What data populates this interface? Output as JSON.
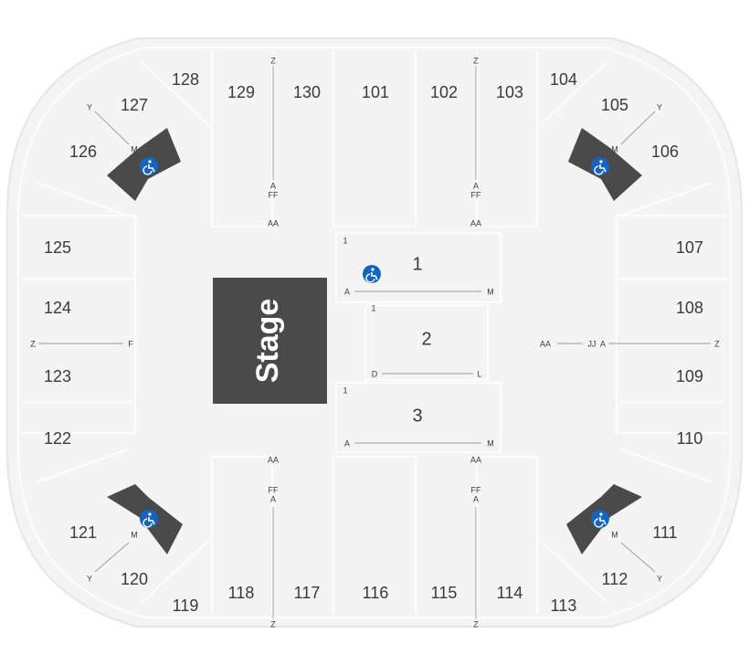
{
  "stage": {
    "label": "Stage"
  },
  "colors": {
    "background": "#f4f4f4",
    "stage": "#4a4a4a",
    "ada_zone": "#4a4a4a",
    "accessible_badge": "#1565c0",
    "text": "#3a3a3a"
  },
  "icons": {
    "accessible": "wheelchair-icon"
  },
  "sections": {
    "s101": "101",
    "s102": "102",
    "s103": "103",
    "s104": "104",
    "s105": "105",
    "s106": "106",
    "s107": "107",
    "s108": "108",
    "s109": "109",
    "s110": "110",
    "s111": "111",
    "s112": "112",
    "s113": "113",
    "s114": "114",
    "s115": "115",
    "s116": "116",
    "s117": "117",
    "s118": "118",
    "s119": "119",
    "s120": "120",
    "s121": "121",
    "s122": "122",
    "s123": "123",
    "s124": "124",
    "s125": "125",
    "s126": "126",
    "s127": "127",
    "s128": "128",
    "s129": "129",
    "s130": "130"
  },
  "floor": [
    {
      "label": "1",
      "seat_first": "1",
      "row_start": "A",
      "row_end": "M"
    },
    {
      "label": "2",
      "seat_first": "1",
      "row_start": "D",
      "row_end": "L"
    },
    {
      "label": "3",
      "seat_first": "1",
      "row_start": "A",
      "row_end": "M"
    }
  ],
  "row_markers": {
    "top_left": {
      "z": "Z",
      "a": "A",
      "ff": "FF",
      "aa": "AA"
    },
    "top_right": {
      "z": "Z",
      "a": "A",
      "ff": "FF",
      "aa": "AA"
    },
    "bot_left": {
      "aa": "AA",
      "ff": "FF",
      "a": "A",
      "z": "Z"
    },
    "bot_right": {
      "aa": "AA",
      "ff": "FF",
      "a": "A",
      "z": "Z"
    },
    "left": {
      "z": "Z",
      "f": "F"
    },
    "right": {
      "aa": "AA",
      "jj": "JJ",
      "a": "A",
      "z": "Z"
    },
    "nw": {
      "y": "Y",
      "m": "M"
    },
    "ne": {
      "y": "Y",
      "m": "M"
    },
    "sw": {
      "m": "M",
      "y": "Y"
    },
    "se": {
      "m": "M",
      "y": "Y"
    }
  }
}
